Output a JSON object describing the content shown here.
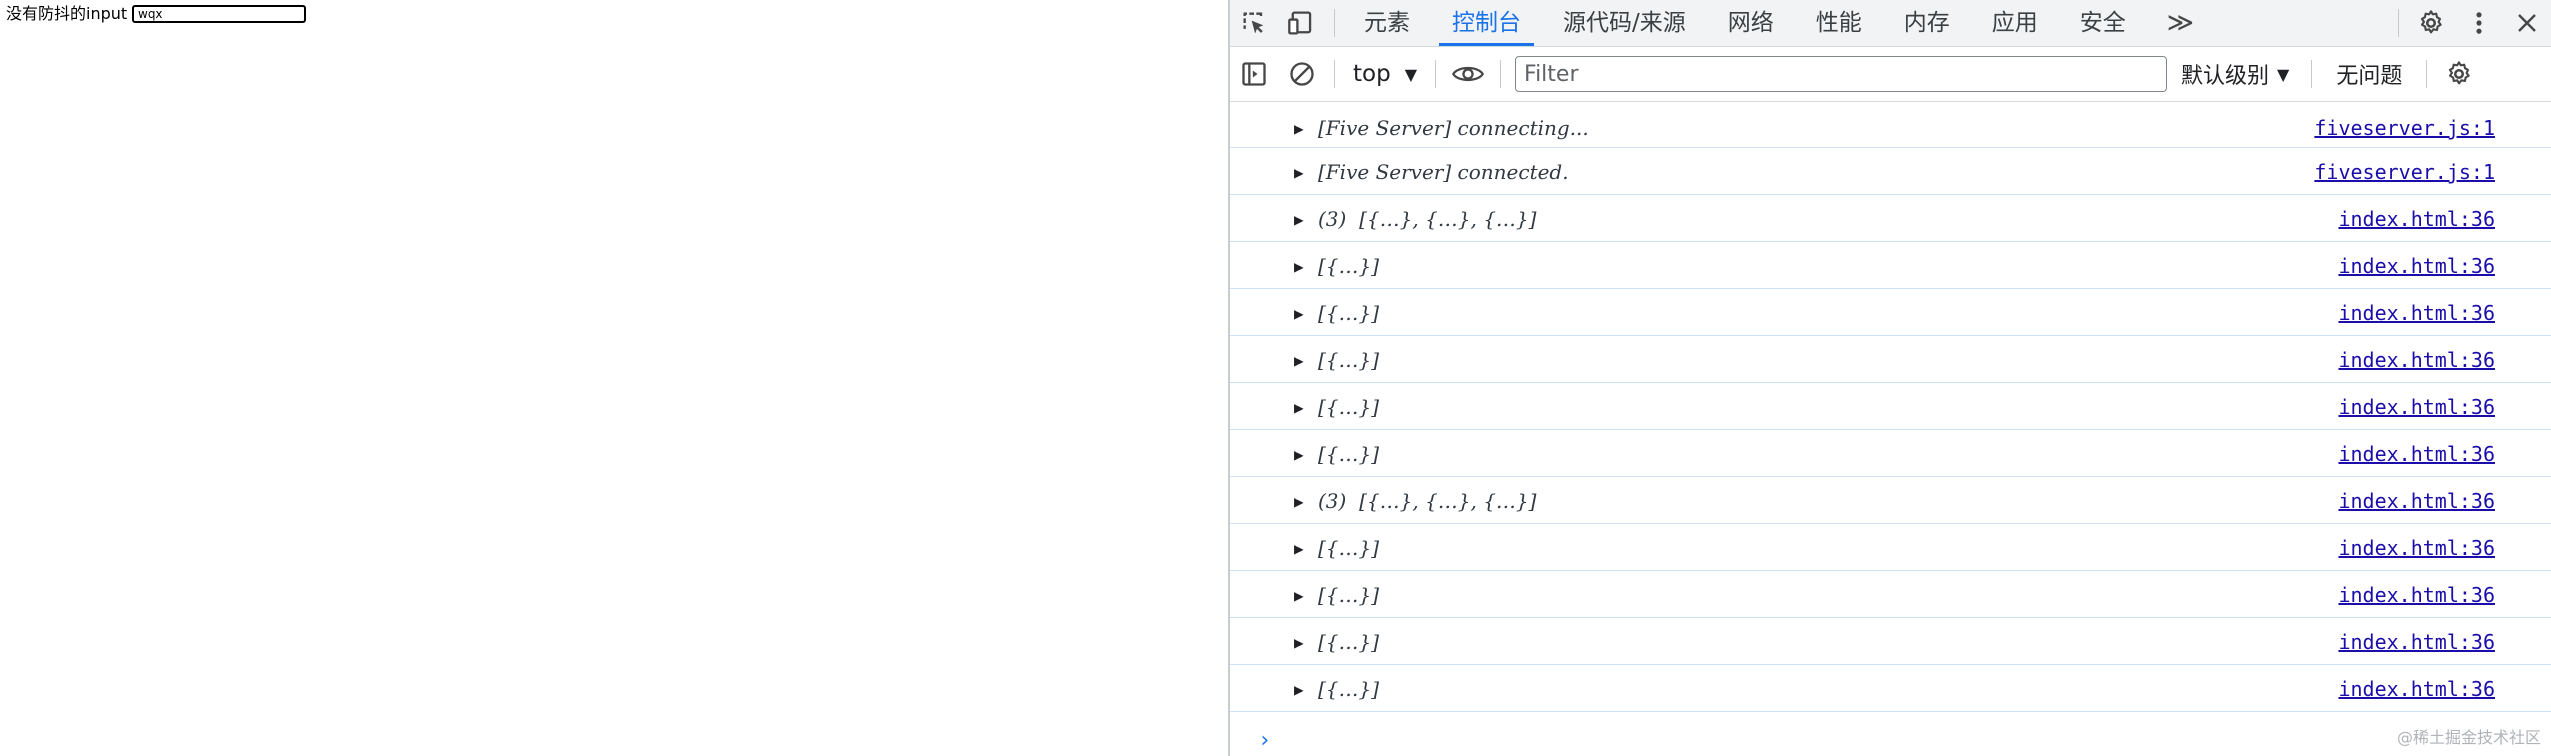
{
  "page": {
    "label": "没有防抖的input",
    "input_value": "wqx"
  },
  "devtools": {
    "tabs": [
      {
        "label": "元素",
        "active": false
      },
      {
        "label": "控制台",
        "active": true
      },
      {
        "label": "源代码/来源",
        "active": false
      },
      {
        "label": "网络",
        "active": false
      },
      {
        "label": "性能",
        "active": false
      },
      {
        "label": "内存",
        "active": false
      },
      {
        "label": "应用",
        "active": false
      },
      {
        "label": "安全",
        "active": false
      }
    ],
    "more_tabs": "≫",
    "toolbar": {
      "context": "top",
      "filter_placeholder": "Filter",
      "level": "默认级别",
      "issues": "无问题"
    },
    "messages": [
      {
        "text": "[Five Server] connecting...",
        "source": "fiveserver.js:1"
      },
      {
        "text": "[Five Server] connected.",
        "source": "fiveserver.js:1"
      },
      {
        "count": "(3)",
        "text": "[{…}, {…}, {…}]",
        "source": "index.html:36"
      },
      {
        "text": "[{…}]",
        "source": "index.html:36"
      },
      {
        "text": "[{…}]",
        "source": "index.html:36"
      },
      {
        "text": "[{…}]",
        "source": "index.html:36"
      },
      {
        "text": "[{…}]",
        "source": "index.html:36"
      },
      {
        "text": "[{…}]",
        "source": "index.html:36"
      },
      {
        "count": "(3)",
        "text": "[{…}, {…}, {…}]",
        "source": "index.html:36"
      },
      {
        "text": "[{…}]",
        "source": "index.html:36"
      },
      {
        "text": "[{…}]",
        "source": "index.html:36"
      },
      {
        "text": "[{…}]",
        "source": "index.html:36"
      },
      {
        "text": "[{…}]",
        "source": "index.html:36"
      }
    ],
    "prompt": "›",
    "watermark": "@稀土掘金技术社区"
  },
  "colors": {
    "accent": "#1a73e8",
    "link": "#1a0dab"
  }
}
